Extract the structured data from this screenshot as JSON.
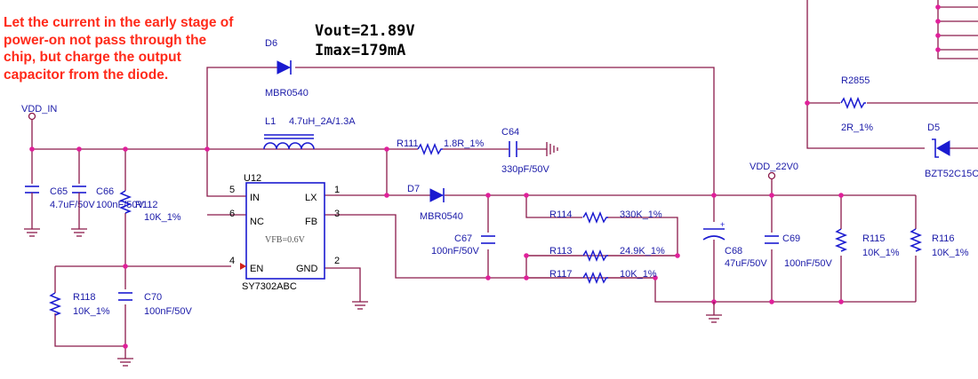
{
  "annotation": {
    "lines": [
      "Let the current in the early stage of",
      "power-on not pass through the",
      "chip, but charge the output",
      "capacitor from the diode."
    ]
  },
  "output": {
    "vout": "Vout=21.89V",
    "imax": "Imax=179mA"
  },
  "nets": {
    "vdd_in": "VDD_IN",
    "vdd_22v0": "VDD_22V0"
  },
  "ic": {
    "ref": "U12",
    "part": "SY7302ABC",
    "vfb": "VFB=0.6V",
    "pins": [
      {
        "name": "IN",
        "num": "5"
      },
      {
        "name": "NC",
        "num": "6"
      },
      {
        "name": "EN",
        "num": "4"
      },
      {
        "name": "LX",
        "num": "1"
      },
      {
        "name": "FB",
        "num": "3"
      },
      {
        "name": "GND",
        "num": "2"
      }
    ]
  },
  "components": {
    "d6": {
      "ref": "D6",
      "value": "MBR0540"
    },
    "d7": {
      "ref": "D7",
      "value": "MBR0540"
    },
    "d5": {
      "ref": "D5",
      "value": "BZT52C15C"
    },
    "l1": {
      "ref": "L1",
      "value": "4.7uH_2A/1.3A"
    },
    "r111": {
      "ref": "R111",
      "value": "1.8R_1%"
    },
    "c64": {
      "ref": "C64",
      "value": "330pF/50V"
    },
    "c65": {
      "ref": "C65",
      "value": "4.7uF/50V"
    },
    "c66": {
      "ref": "C66",
      "value": "100nF/50V"
    },
    "r112": {
      "ref": "R112",
      "value": "10K_1%"
    },
    "r118": {
      "ref": "R118",
      "value": "10K_1%"
    },
    "c70": {
      "ref": "C70",
      "value": "100nF/50V"
    },
    "r114": {
      "ref": "R114",
      "value": "330K_1%"
    },
    "r113": {
      "ref": "R113",
      "value": "24.9K_1%"
    },
    "r117": {
      "ref": "R117",
      "value": "10K_1%"
    },
    "c67": {
      "ref": "C67",
      "value": "100nF/50V"
    },
    "c68": {
      "ref": "C68",
      "value": "47uF/50V"
    },
    "c69": {
      "ref": "C69",
      "value": "100nF/50V"
    },
    "r115": {
      "ref": "R115",
      "value": "10K_1%"
    },
    "r116": {
      "ref": "R116",
      "value": "10K_1%"
    },
    "r2855": {
      "ref": "R2855",
      "value": "2R_1%"
    }
  },
  "colors": {
    "wire": "#8b1a4a",
    "component": "#1a1ad0",
    "annotation": "#ff2a1a",
    "junction": "#e0209a"
  }
}
